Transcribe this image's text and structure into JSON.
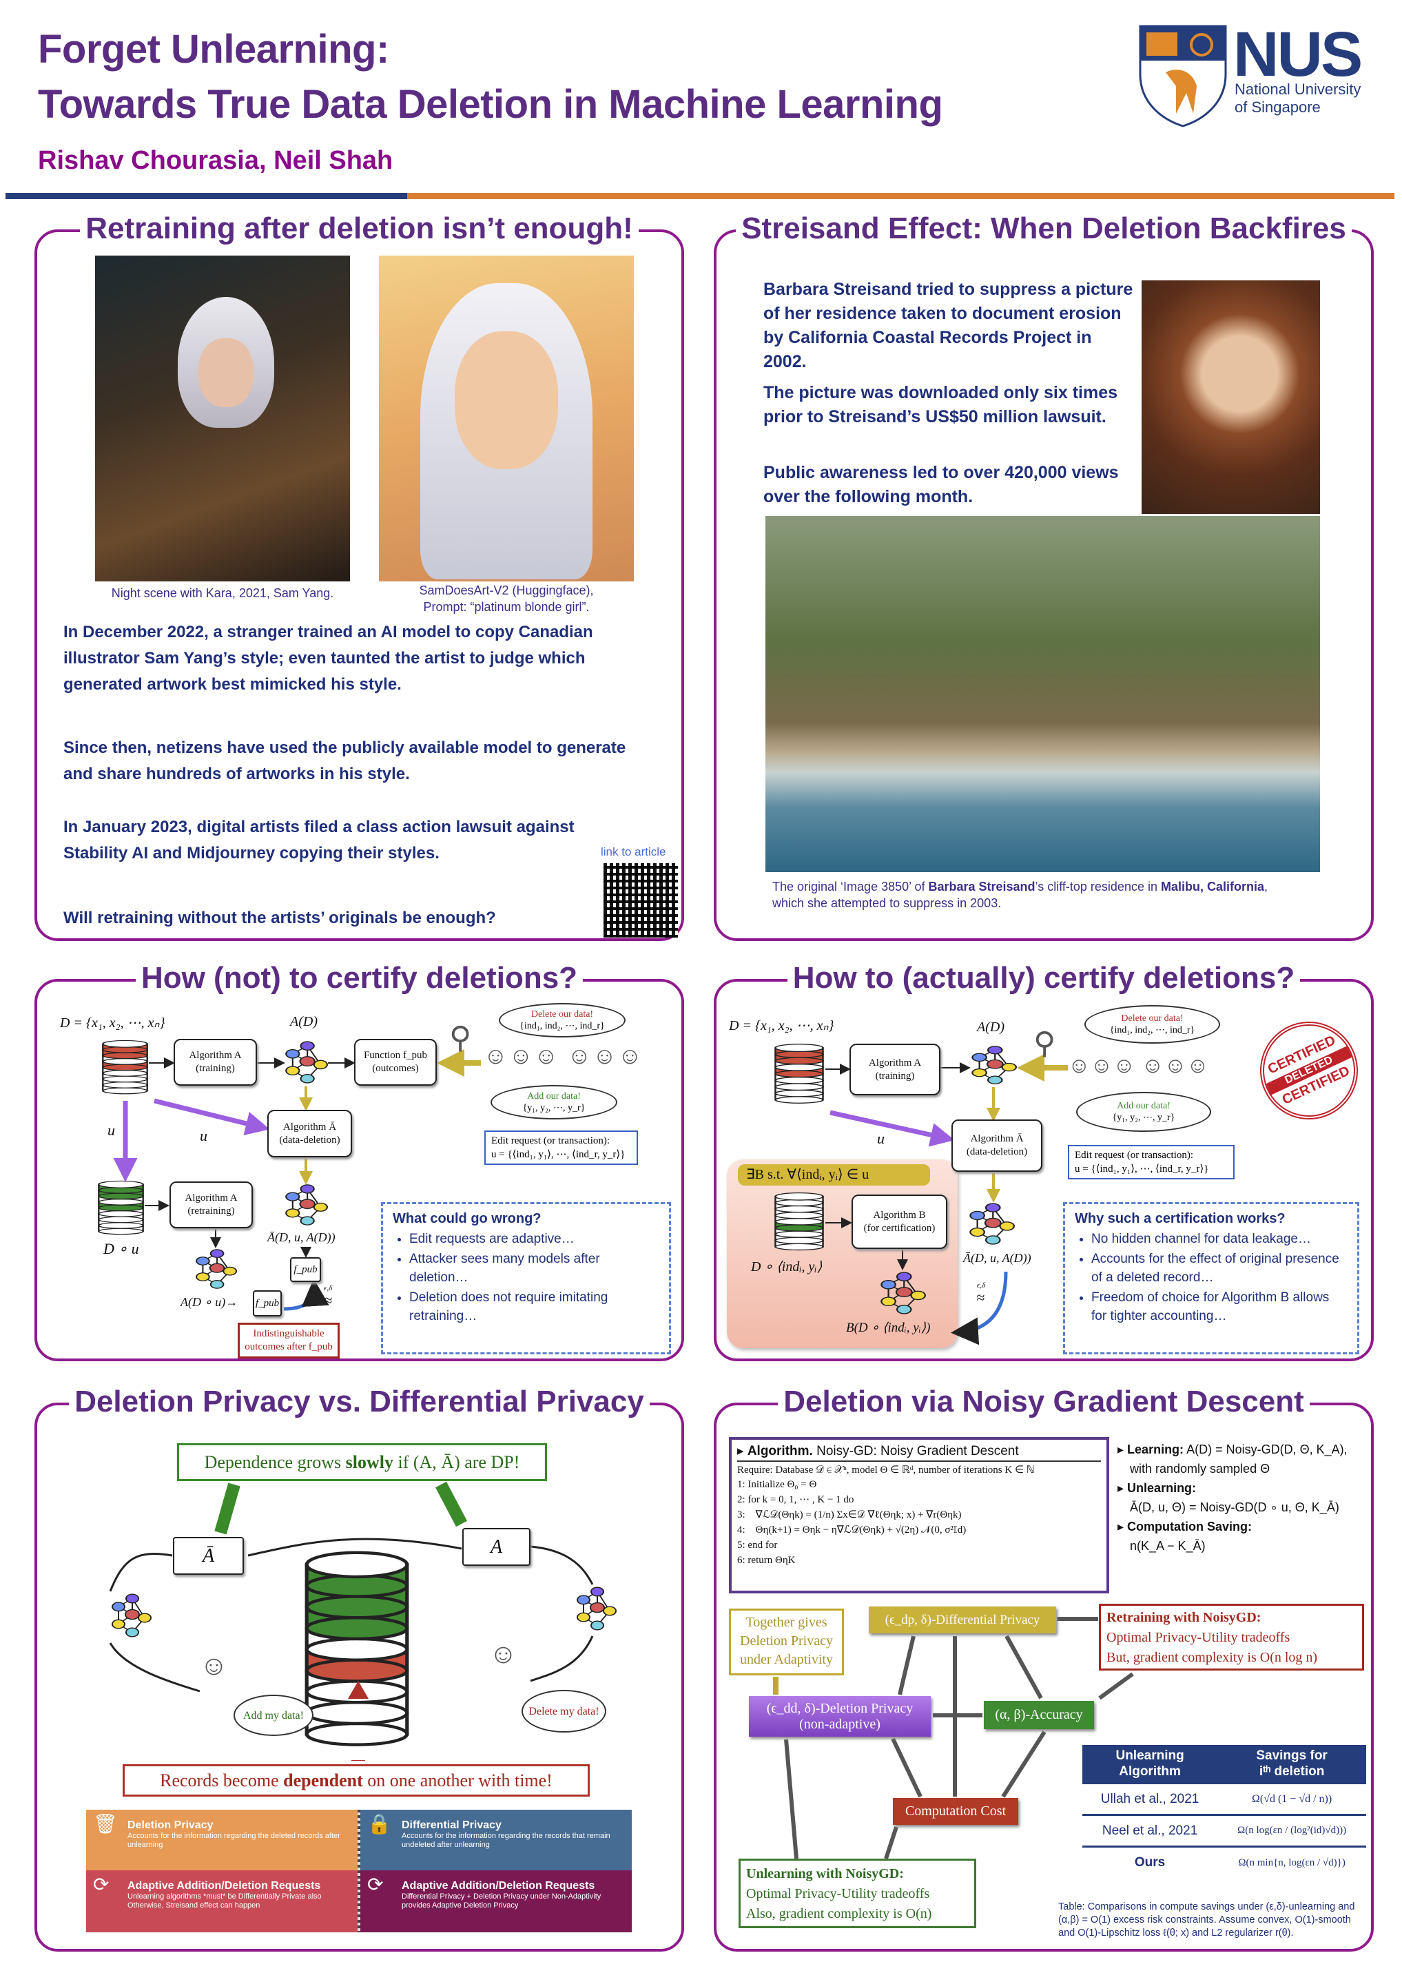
{
  "header": {
    "title_line1": "Forget Unlearning:",
    "title_line2": "Towards True Data Deletion in Machine Learning",
    "authors": "Rishav Chourasia, Neil Shah",
    "logo_text": "NUS",
    "logo_sub1": "National University",
    "logo_sub2": "of Singapore"
  },
  "colors": {
    "title": "#5a2d82",
    "authors": "#8b0a8b",
    "panel_border": "#8e1b8e",
    "body_text": "#1f2f7a",
    "bar_blue": "#253d7a",
    "bar_orange": "#d97d33"
  },
  "p1": {
    "heading": "Retraining after deletion isn’t enough!",
    "cap1": "Night scene with Kara, 2021, Sam Yang.",
    "cap2a": "SamDoesArt-V2 (Huggingface),",
    "cap2b": "Prompt: “platinum blonde girl”.",
    "para1": "In December 2022, a stranger trained an AI model to copy Canadian illustrator Sam Yang’s style; even taunted the artist to judge which generated artwork best mimicked his style.",
    "para2": "Since then, netizens have used the publicly available model to generate and share hundreds of artworks in his style.",
    "para3": "In January 2023, digital artists filed a class action lawsuit against Stability AI and Midjourney copying their styles.",
    "para4": "Will retraining without the artists’ originals be enough?",
    "link": "link to article"
  },
  "p2": {
    "heading": "Streisand Effect: When Deletion Backfires",
    "para1": "Barbara Streisand tried to suppress a picture of her residence taken to document erosion by California Coastal Records Project in 2002.",
    "para2": "The picture was downloaded only six times prior to Streisand’s US$50 million lawsuit.",
    "para3": "Public awareness led to over 420,000 views over the following month.",
    "cap_a": "The original ‘Image 3850’ of ",
    "cap_b": "Barbara Streisand",
    "cap_c": "’s cliff-top residence in ",
    "cap_d": "Malibu, California",
    "cap_e": ",",
    "cap_f": "which she attempted to suppress in 2003."
  },
  "p3": {
    "heading": "How (not) to certify deletions?",
    "dset": "D = {x₁, x₂, ⋯, xₙ}",
    "ad": "A(D)",
    "alg_a": "Algorithm A",
    "training": "(training)",
    "func": "Function f_pub",
    "outcomes": "(outcomes)",
    "delete1": "Delete our data!",
    "delete2": "{ind₁, ind₂, ⋯, ind_r}",
    "add1": "Add our data!",
    "add2": "{y₁, y₂, ⋯, y_r}",
    "u1": "u",
    "u2": "u",
    "alg_abar": "Algorithm Ā",
    "data_deletion": "(data-deletion)",
    "edit1": "Edit request (or transaction):",
    "edit2": "u = {⟨ind₁, y₁⟩, ⋯, ⟨ind_r, y_r⟩}",
    "dou": "D ∘ u",
    "retraining": "(retraining)",
    "abar_out": "Ā(D, u, A(D))",
    "fpub": "f_pub",
    "adou": "A(D ∘ u)→",
    "approx": "≈",
    "epsdelta": "ϵ,δ",
    "indist1": "Indistinguishable",
    "indist2": "outcomes after f_pub",
    "wrong_title": "What could go wrong?",
    "wrong_items": [
      "Edit requests are adaptive…",
      "Attacker sees many models after deletion…",
      "Deletion does not require imitating retraining…"
    ]
  },
  "p4": {
    "heading": "How to (actually) certify deletions?",
    "exists": "∃B s.t. ∀⟨indᵢ, yᵢ⟩ ∈ u",
    "alg_b": "Algorithm B",
    "for_cert": "(for certification)",
    "d_ind": "D ∘ ⟨indᵢ, yᵢ⟩",
    "b_out": "B(D ∘ ⟨indᵢ, yᵢ⟩)",
    "stamp1": "CERTIFIED",
    "stamp2": "DELETED",
    "why_title": "Why such a certification works?",
    "why_items": [
      "No hidden channel  for data leakage…",
      "Accounts for the effect of original presence of a deleted record…",
      "Freedom of choice for Algorithm B allows for tighter accounting…"
    ]
  },
  "p5": {
    "heading": "Deletion Privacy vs. Differential Privacy",
    "dep_a": "Dependence grows ",
    "dep_b": "slowly",
    "dep_c": " if (A, Ā) are DP!",
    "abar": "Ā",
    "a": "A",
    "add": "Add my data!",
    "del": "Delete my data!",
    "rec_a": "Records become ",
    "rec_b": "dependent",
    "rec_c": " on one another with time!",
    "q": [
      {
        "title": "Deletion Privacy",
        "text": "Accounts for the information regarding the deleted records after unlearning",
        "icon": "trash-icon"
      },
      {
        "title": "Differential Privacy",
        "text": "Accounts for the information regarding the records that remain undeleted after unlearning",
        "icon": "lock-icon"
      },
      {
        "title": "Adaptive Addition/Deletion Requests",
        "text": "Unlearning algorithms *must* be Differentially Private also Otherwise, Streisand effect can happen",
        "icon": "cycle-icon"
      },
      {
        "title": "Adaptive Addition/Deletion Requests",
        "text": "Differential Privacy + Deletion Privacy under Non-Adaptivity provides Adaptive Deletion Privacy",
        "icon": "cycle-icon"
      }
    ],
    "q_colors": [
      "#e69a55",
      "#476c93",
      "#c84a57",
      "#7b1a52"
    ]
  },
  "p6": {
    "heading": "Deletion via Noisy Gradient Descent",
    "alg_title_b": "Algorithm.",
    "alg_title": " Noisy-GD: Noisy Gradient Descent",
    "require": "Require: Database 𝒟 ∈ 𝒳ⁿ, model Θ ∈ ℝᵈ, number of iterations K ∈ ℕ",
    "steps": [
      "1: Initialize Θ₀ = Θ",
      "2: for k = 0, 1, ⋯ , K − 1 do",
      "3:    ∇ℒ𝒟(Θηk) = (1/n) Σx∈𝒟 ∇ℓ(Θηk; x) + ∇r(Θηk)",
      "4:    Θη(k+1) = Θηk − η∇ℒ𝒟(Θηk) + √(2η) 𝒩(0, σ²𝕀d)",
      "5: end for",
      "6: return ΘηK"
    ],
    "learning_b": "Learning:",
    "learning": " A(D) = Noisy-GD(D, Θ, K_A),",
    "learning2": "with randomly sampled Θ",
    "unlearning_b": "Unlearning:",
    "unlearning": "Ā(D, u, Θ) = Noisy-GD(D ∘ u, Θ, K_Ā)",
    "saving_b": "Computation Saving:",
    "saving": "n(K_A − K_Ā)",
    "together": "Together gives Deletion Privacy under Adaptivity",
    "dp": "(ϵ_dp, δ)-Differential Privacy",
    "retrain_b": "Retraining with NoisyGD:",
    "retrain1": "Optimal Privacy-Utility tradeoffs",
    "retrain2": "But, gradient complexity is O(n log n)",
    "delpriv1": "(ϵ_dd, δ)-Deletion Privacy",
    "delpriv2": "(non-adaptive)",
    "accuracy": "(α, β)-Accuracy",
    "cost": "Computation Cost",
    "unl_b": "Unlearning with NoisyGD:",
    "unl1": "Optimal Privacy-Utility tradeoffs",
    "unl2": "Also, gradient complexity is O(n)",
    "table": {
      "h1a": "Unlearning",
      "h1b": "Algorithm",
      "h2a": "Savings for",
      "h2b": "iᵗʰ deletion",
      "rows": [
        [
          "Ullah et al., 2021",
          "Ω(√d (1 − √d / n))"
        ],
        [
          "Neel et al., 2021",
          "Ω(n log(εn / (log²(id)√d)))"
        ],
        [
          "Ours",
          "Ω(n min{n, log(εn / √d)})"
        ]
      ]
    },
    "table_cap": "Table: Comparisons in compute savings under (ε,δ)-unlearning and (α,β) = O(1) excess risk constraints. Assume convex, O(1)-smooth and O(1)-Lipschitz loss ℓ(θ; x) and L2 regularizer r(θ)."
  }
}
